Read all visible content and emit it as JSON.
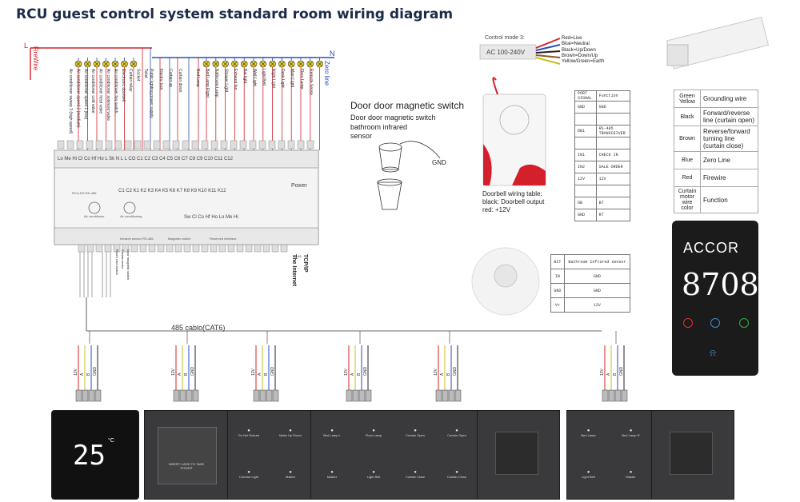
{
  "title": "RCU guest control system standard room wiring diagram",
  "top_bus": {
    "live_label": "L",
    "firewire_label": "FireWire",
    "neutral_label": "N",
    "zero_line_label": "Zero line"
  },
  "left_labels": [
    "Air conditioner sweep 3 (high speed)",
    "Air conditioner speed 2 (medium)",
    "Air conditioner speed 1 (low)",
    "Air conditioner cold valve",
    "Air conditioner heat valve",
    "Air conditioner solenoid valve",
    "Air conditioner fan switch",
    "Electronic doorbell",
    "Curtain relay",
    "Socket",
    "Toilet"
  ],
  "middle_labels": [
    "Public lighting power supply",
    "Electric lock",
    "Curtain up",
    "Curtain down"
  ],
  "right_labels": [
    "Bed Lamp",
    "Bed Lamp Right",
    "Bathroom Lamp",
    "Shower Light",
    "Exhaust fan",
    "Bar light",
    "Wall Light",
    "Light Belt",
    "Night Light",
    "Desk Light",
    "Main Light",
    "Floor Lamp",
    "Remote Sense"
  ],
  "controller": {
    "top_terminals": "Lo Me Hi Cl Co Hf Ho L  Sk  N  L   L   CO C1 C2 C3 C4 C5 C6 C7 C8 C9 C10 C11 C12",
    "model": "RCU-DS-RS-485",
    "channels": "C1 C2 K1 K2 K3 K4 K5 K6 K7 K8 K9 K10 K11 K12",
    "power": "Power",
    "knob_left": "Air conditioner",
    "knob_right": "Air conditioning",
    "bottom_channels": "Sw  Cl  Co  Hf  Ho  Lo  Me  Hi",
    "bottom_groups": [
      "Infrared sensor RS-485",
      "Magnetic switch",
      "Reserved interface"
    ],
    "tcpip": "TCP/IP",
    "internet": "The Internet",
    "rj45": "RJ-45"
  },
  "sensor_labels": [
    "Room card switch",
    "Curtain motor",
    "Door magnetic switch"
  ],
  "bus": {
    "label": "485 cablo(CAT6)",
    "pins": [
      "12V",
      "A",
      "B",
      "GND"
    ]
  },
  "door_switch": {
    "title": "Door door magnetic switch",
    "line1": "Door door magnetic switch",
    "line2": "bathroom infrared",
    "line3": "sensor",
    "gnd": "GND"
  },
  "control_mode": {
    "title": "Control mode 3:",
    "voltage": "AC 100-240V",
    "lines": [
      "Red=Live",
      "Blue=Neutral",
      "Black=Up/Down",
      "Brown=Down/Up",
      "Yellow/Green=Earth"
    ]
  },
  "doorbell": {
    "caption1": "Doorbell wiring table:",
    "caption2": "black: Doorbell output",
    "caption3": "red:   +12V"
  },
  "func_table": {
    "header": [
      "PORT SIGNAL",
      "Function"
    ],
    "rows": [
      [
        "GND",
        "GND"
      ],
      [
        "",
        "",
        ""
      ],
      [
        "DB1",
        "RS-485 TRANSCEIVER"
      ],
      [
        "",
        ""
      ],
      [
        "IN1",
        "CHECK IN"
      ],
      [
        "IN2",
        "SALE ORDER"
      ],
      [
        "12V",
        "12V"
      ],
      [
        "",
        ""
      ],
      [
        "DB",
        "BT"
      ],
      [
        "GND",
        "RT"
      ]
    ]
  },
  "ir_table": {
    "header": [
      "BIT",
      "Bathroom Infrared sensor"
    ],
    "rows": [
      [
        "IN",
        "GND"
      ],
      [
        "GND",
        "GND"
      ],
      [
        "V+",
        "12V"
      ]
    ]
  },
  "legend": [
    {
      "color": "Green Yellow",
      "fn": "Grounding wire"
    },
    {
      "color": "Black",
      "fn": "Forward/reverse line (curtain open)"
    },
    {
      "color": "Brown",
      "fn": "Reverse/forward turning line (curtain close)"
    },
    {
      "color": "Blue",
      "fn": "Zero Line"
    },
    {
      "color": "Red",
      "fn": "Firewire"
    },
    {
      "color": "Curtain motor wire color",
      "fn": "Function"
    }
  ],
  "doorplate": {
    "brand": "ACCOR",
    "number": "8708"
  },
  "thermostat": {
    "temp": "25",
    "unit": "°C"
  },
  "card_slot": {
    "text": "INSERT CARD TO TAKE POWER"
  },
  "panel_buttons": {
    "panel2": [
      "Do Not Disturb",
      "Make Up Room",
      "Corridor Light",
      "Master"
    ],
    "panel3": [
      "Bed Lamp L",
      "Floor Lamp",
      "Curtain Open",
      "Curtain Open",
      "Master",
      "Light Belt",
      "Curtain Close",
      "Curtain Close"
    ],
    "panel4": [
      "Bed Lamp",
      "Bed Lamp R",
      "Light Belt",
      "Master"
    ]
  },
  "colors": {
    "title": "#1c2b4a",
    "red": "#d4202a",
    "blue": "#2a4fb8",
    "yellow": "#f0d020",
    "panel": "#3a3a3c"
  }
}
